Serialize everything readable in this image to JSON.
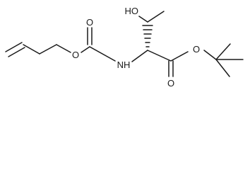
{
  "molecule": {
    "atoms": {
      "ho_label": "HO",
      "nh_label": "NH",
      "o_carbamate_ether": "O",
      "o_carbamate_carbonyl": "O",
      "o_ester_ether": "O",
      "o_ester_carbonyl": "O"
    }
  }
}
